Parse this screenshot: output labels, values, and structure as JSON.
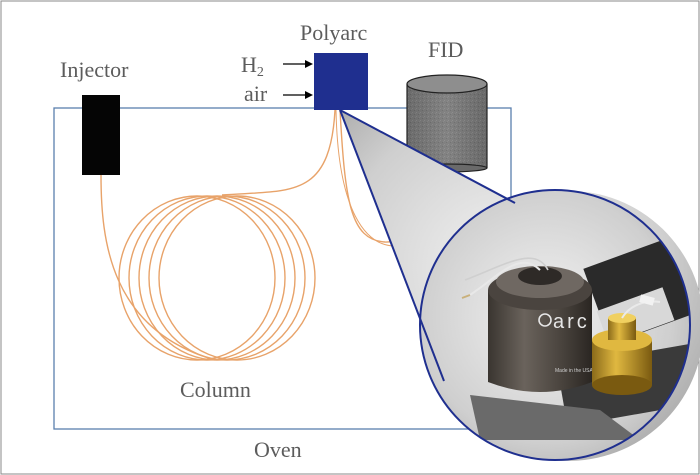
{
  "labels": {
    "injector": "Injector",
    "polyarc": "Polyarc",
    "fid": "FID",
    "h2_main": "H",
    "h2_sub": "2",
    "air": "air",
    "column": "Column",
    "oven": "Oven"
  },
  "photo": {
    "brand": "arc",
    "small_text": "Made in the USA"
  },
  "colors": {
    "frame": "#8a8a8a",
    "oven_border": "#5b7fae",
    "injector": "#050505",
    "polyarc": "#1f2f8f",
    "fid": "#777777",
    "column": "#e8a36a",
    "callout_border": "#1f2f8f",
    "arrow": "#000000"
  },
  "coil": {
    "loops": 5
  }
}
